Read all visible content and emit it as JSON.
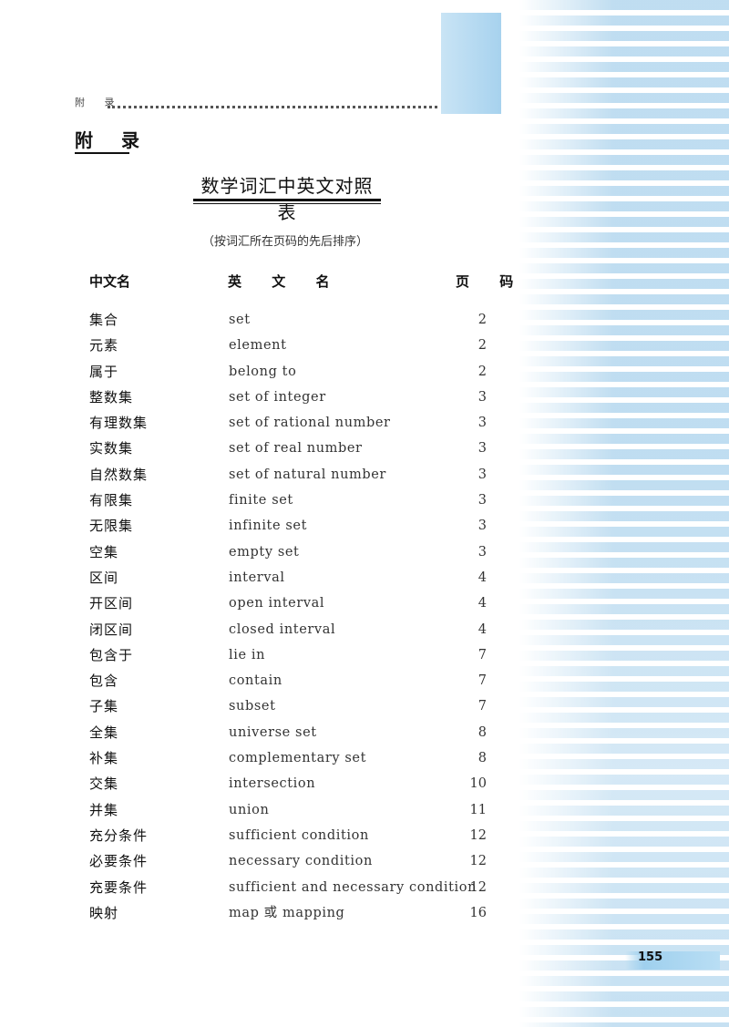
{
  "header": {
    "running_label": "附 录"
  },
  "section_title": "附 录",
  "table_title": "数学词汇中英文对照表",
  "subtitle": "（按词汇所在页码的先后排序）",
  "columns": {
    "chinese": "中文名",
    "english": "英 文 名",
    "page": "页 码"
  },
  "rows": [
    {
      "zh": "集合",
      "en": "set",
      "page": "2"
    },
    {
      "zh": "元素",
      "en": "element",
      "page": "2"
    },
    {
      "zh": "属于",
      "en": "belong to",
      "page": "2"
    },
    {
      "zh": "整数集",
      "en": "set of integer",
      "page": "3"
    },
    {
      "zh": "有理数集",
      "en": "set of rational number",
      "page": "3"
    },
    {
      "zh": "实数集",
      "en": "set of real number",
      "page": "3"
    },
    {
      "zh": "自然数集",
      "en": "set of natural number",
      "page": "3"
    },
    {
      "zh": "有限集",
      "en": "finite set",
      "page": "3"
    },
    {
      "zh": "无限集",
      "en": "infinite set",
      "page": "3"
    },
    {
      "zh": "空集",
      "en": "empty set",
      "page": "3"
    },
    {
      "zh": "区间",
      "en": "interval",
      "page": "4"
    },
    {
      "zh": "开区间",
      "en": "open interval",
      "page": "4"
    },
    {
      "zh": "闭区间",
      "en": "closed interval",
      "page": "4"
    },
    {
      "zh": "包含于",
      "en": "lie in",
      "page": "7"
    },
    {
      "zh": "包含",
      "en": "contain",
      "page": "7"
    },
    {
      "zh": "子集",
      "en": "subset",
      "page": "7"
    },
    {
      "zh": "全集",
      "en": "universe set",
      "page": "8"
    },
    {
      "zh": "补集",
      "en": "complementary set",
      "page": "8"
    },
    {
      "zh": "交集",
      "en": "intersection",
      "page": "10"
    },
    {
      "zh": "并集",
      "en": "union",
      "page": "11"
    },
    {
      "zh": "充分条件",
      "en": "sufficient condition",
      "page": "12"
    },
    {
      "zh": "必要条件",
      "en": "necessary condition",
      "page": "12"
    },
    {
      "zh": "充要条件",
      "en": "sufficient and necessary condition",
      "page": "12"
    },
    {
      "zh": "映射",
      "en": "map 或 mapping",
      "page": "16"
    }
  ],
  "page_number": "155",
  "colors": {
    "accent_blue": "#a7d2ee",
    "stripe_blue": "#aad2ec"
  }
}
